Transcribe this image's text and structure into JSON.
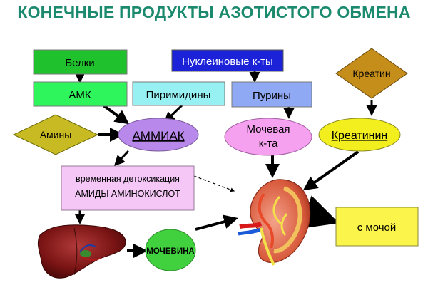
{
  "title": "КОНЕЧНЫЕ ПРОДУКТЫ АЗОТИСТОГО ОБМЕНА",
  "nodes": {
    "belki": "Белки",
    "nucleic": "Нуклеиновые к-ты",
    "kreatin": "Креатин",
    "amk": "АМК",
    "pirimidiny": "Пиримидины",
    "puriny": "Пурины",
    "aminy": "Амины",
    "ammiak": "АММИАК",
    "uric_line1": "Мочевая",
    "uric_line2": "к-та",
    "kreatinin": "Креатинин",
    "detox_line1": "временная детоксикация",
    "detox_line2": "АМИДЫ АМИНОКИСЛОТ",
    "urea": "МОЧЕВИНА",
    "urine": "с мочой"
  },
  "colors": {
    "title": "#1c8a6e",
    "belki": "#1fc12c",
    "amk": "#2ef55c",
    "nucleic": "#1b22d8",
    "pirimidiny": "#97f0f2",
    "puriny": "#8fa9f4",
    "kreatin": "#c58d1a",
    "aminy": "#c7ba22",
    "ammiak": "#b888ea",
    "uric": "#f6a0f0",
    "kreatinin": "#f3ef1e",
    "detox": "#f4c7f6",
    "urea": "#42d13e",
    "urine": "#fbf44a"
  },
  "icons": [
    "liver-icon",
    "kidney-icon"
  ]
}
